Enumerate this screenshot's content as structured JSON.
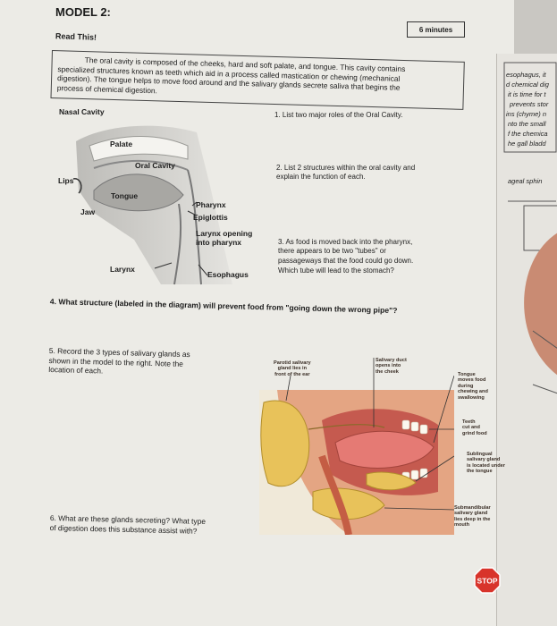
{
  "model_title": "MODEL 2:",
  "minutes": "6 minutes",
  "read_heading": "Read This!",
  "read_text": {
    "line1": "The oral cavity is composed of the cheeks, hard and soft palate, and tongue. This cavity contains",
    "line2": "specialized structures known as teeth which aid in a process called mastication or chewing (mechanical",
    "line3": "digestion). The tongue helps to move food around and the salivary glands secrete saliva that begins the",
    "line4": "process of chemical digestion."
  },
  "questions": {
    "q1": "1. List two major roles of the Oral Cavity.",
    "q2_a": "2. List 2 structures within the oral cavity and",
    "q2_b": "explain the function of each.",
    "q3_a": "3. As food is moved back into the pharynx,",
    "q3_b": "there appears to be two \"tubes\" or",
    "q3_c": "passageways that the food could go down.",
    "q3_d": "Which tube will lead to the stomach?",
    "q4": "4. What structure (labeled in the diagram) will prevent food from \"going down the wrong pipe\"?",
    "q5_a": "5. Record the 3 types of salivary glands as",
    "q5_b": "shown in the model to the right. Note the",
    "q5_c": "location of each.",
    "q6_a": "6. What are these glands secreting? What type",
    "q6_b": "of digestion does this substance assist with?"
  },
  "diagram_labels": {
    "nasal_cavity": "Nasal Cavity",
    "palate": "Palate",
    "oral_cavity": "Oral Cavity",
    "lips": "Lips",
    "tongue": "Tongue",
    "jaw": "Jaw",
    "pharynx": "Pharynx",
    "epiglottis": "Epiglottis",
    "larynx_opening_1": "Larynx opening",
    "larynx_opening_2": "into pharynx",
    "larynx": "Larynx",
    "esophagus": "Esophagus"
  },
  "gland_labels": {
    "parotid": [
      "Parotid salivary",
      "gland lies in",
      "front of the ear"
    ],
    "salivary_duct": [
      "Salivary duct",
      "opens into",
      "the cheek"
    ],
    "tongue": [
      "Tongue",
      "moves food",
      "during",
      "chewing and",
      "swallowing"
    ],
    "teeth": [
      "Teeth",
      "cut and",
      "grind food"
    ],
    "sublingual": [
      "Sublingual",
      "salivary gland",
      "is located under",
      "the tongue"
    ],
    "submandibular": [
      "Submandibular",
      "salivary gland",
      "lies deep in the",
      "mouth"
    ]
  },
  "stop_label": "STOP",
  "side_snippets": [
    "esophagus, it",
    "d chemical dig",
    "it is time for t",
    "prevents stor",
    "ins (chyme) n",
    "nto the small",
    "f the chemica",
    "he gall bladd",
    "ageal sphin"
  ],
  "colors": {
    "paper": "#ecebe6",
    "stop_red": "#d8342b",
    "tissue_pink": "#d98a86",
    "gland_yellow": "#e8c25a"
  }
}
